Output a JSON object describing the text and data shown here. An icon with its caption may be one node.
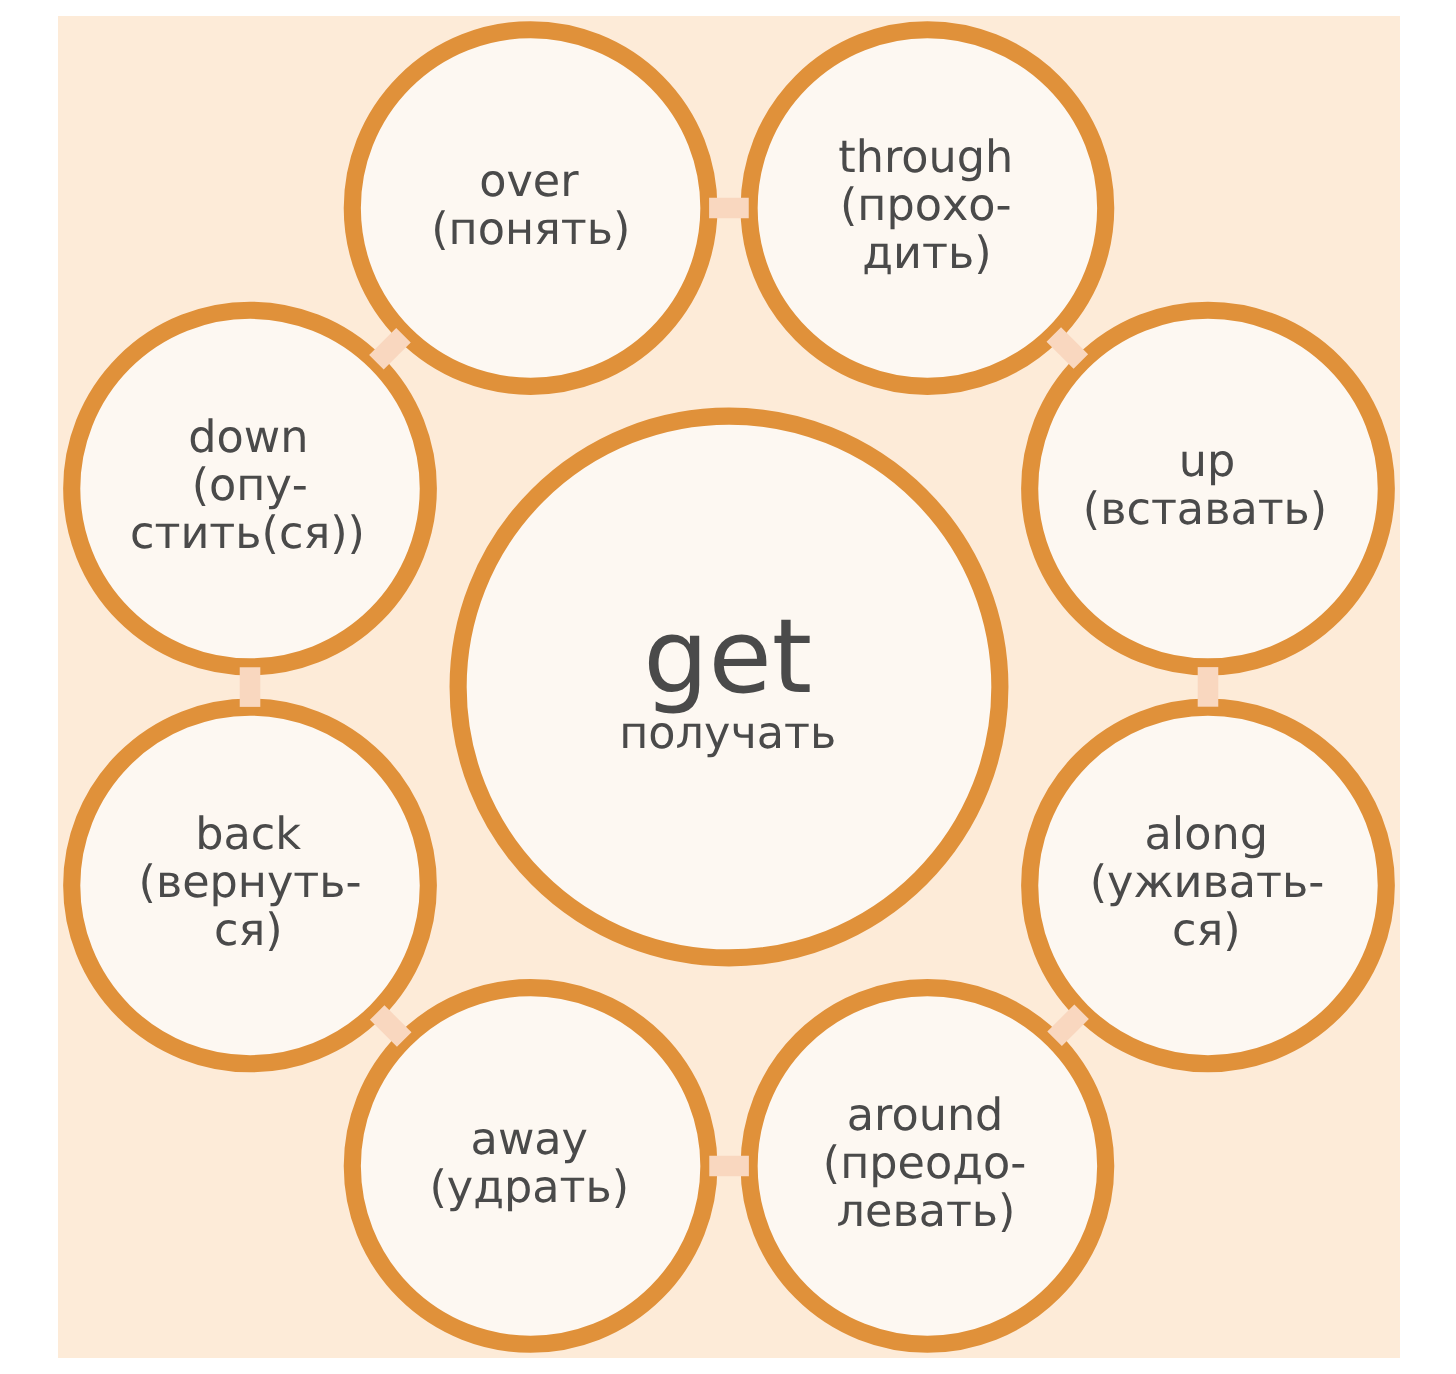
{
  "diagram": {
    "nodes": [
      {
        "text": [
          "get",
          "получать"
        ]
      },
      {
        "text": [
          "up",
          "(вставать)"
        ]
      },
      {
        "text": [
          "through",
          "(прохо- дить)"
        ]
      },
      {
        "text": [
          "over",
          "(понять)"
        ]
      },
      {
        "text": [
          "down",
          "(опу- стить(ся))"
        ]
      },
      {
        "text": [
          "back",
          "(вернуть- ся)"
        ]
      },
      {
        "text": [
          "away",
          "(удрать)"
        ]
      },
      {
        "text": [
          "around",
          "(преодо- левать)"
        ]
      },
      {
        "text": [
          "along",
          "(уживать- ся)"
        ]
      }
    ],
    "edges": [
      {
        "from": 1,
        "to": 2,
        "arrow": "none"
      },
      {
        "from": 2,
        "to": 3,
        "arrow": "none"
      },
      {
        "from": 3,
        "to": 4,
        "arrow": "none"
      },
      {
        "from": 4,
        "to": 5,
        "arrow": "none"
      },
      {
        "from": 5,
        "to": 6,
        "arrow": "none"
      },
      {
        "from": 6,
        "to": 7,
        "arrow": "none"
      },
      {
        "from": 7,
        "to": 8,
        "arrow": "none"
      },
      {
        "from": 8,
        "to": 1,
        "arrow": "none"
      }
    ]
  }
}
